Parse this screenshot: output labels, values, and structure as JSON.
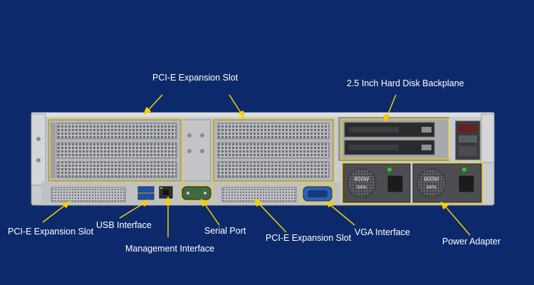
{
  "labels": {
    "pcie_top_left": "PCI-E Expansion Slot",
    "hdd_backplane": "2.5 Inch Hard Disk Backplane",
    "pcie_bottom_left": "PCI-E Expansion Slot",
    "usb": "USB Interface",
    "management": "Management Interface",
    "serial": "Serial Port",
    "pcie_bottom_mid": "PCI-E Expansion Slot",
    "vga": "VGA Interface",
    "power": "Power Adapter"
  },
  "psu": {
    "left_wattage": "800W",
    "left_efficiency": "94%",
    "right_wattage": "800W",
    "right_efficiency": "94%"
  },
  "colors": {
    "background": "#0c2a6b",
    "chassis": "#c9cbce",
    "highlight": "#f5d000",
    "callout_line": "#f5d000",
    "label_text": "#ffffff"
  }
}
